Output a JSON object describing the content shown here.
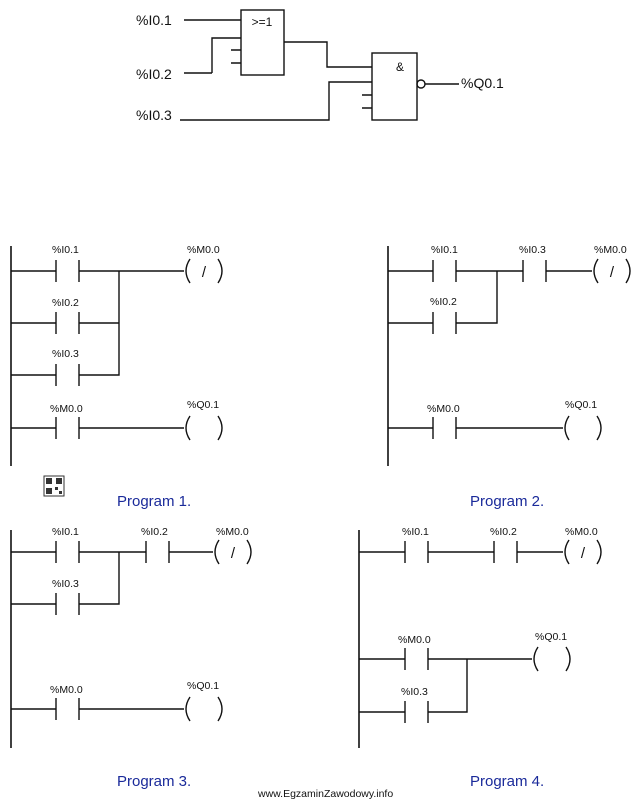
{
  "logic": {
    "inputs": [
      "%I0.1",
      "%I0.2",
      "%I0.3"
    ],
    "or_gate": ">=1",
    "and_gate": "&",
    "output": "%Q0.1"
  },
  "programs": [
    {
      "caption": "Program 1.",
      "rung1": {
        "contacts": [
          "%I0.1",
          "%I0.2",
          "%I0.3"
        ],
        "coil": "%M0.0",
        "coil_symbol": "/"
      },
      "rung2": {
        "contact": "%M0.0",
        "coil": "%Q0.1"
      }
    },
    {
      "caption": "Program 2.",
      "rung1": {
        "contacts": [
          "%I0.1",
          "%I0.2"
        ],
        "series_contact": "%I0.3",
        "coil": "%M0.0",
        "coil_symbol": "/"
      },
      "rung2": {
        "contact": "%M0.0",
        "coil": "%Q0.1"
      }
    },
    {
      "caption": "Program 3.",
      "rung1": {
        "contacts": [
          "%I0.1",
          "%I0.3"
        ],
        "series_contact": "%I0.2",
        "coil": "%M0.0",
        "coil_symbol": "/"
      },
      "rung2": {
        "contact": "%M0.0",
        "coil": "%Q0.1"
      }
    },
    {
      "caption": "Program 4.",
      "rung1": {
        "contact": "%I0.1",
        "series_contact": "%I0.2",
        "coil": "%M0.0",
        "coil_symbol": "/"
      },
      "rung2": {
        "contacts": [
          "%M0.0",
          "%I0.3"
        ],
        "coil": "%Q0.1"
      }
    }
  ],
  "footer": "www.EgzaminZawodowy.info"
}
